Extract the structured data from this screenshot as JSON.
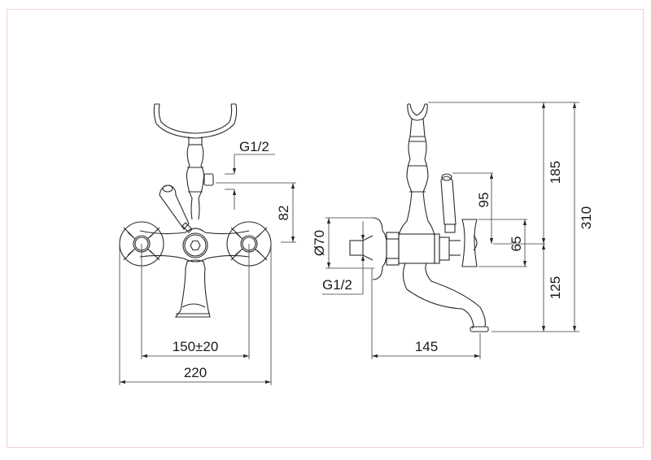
{
  "drawing": {
    "frame_color": "#f3cfd3",
    "line_color": "#2a2a2a",
    "front_view": {
      "labels": {
        "g12_top": "G1/2",
        "dim_82": "82",
        "dim_150": "150±20",
        "dim_220": "220"
      }
    },
    "side_view": {
      "labels": {
        "dim_185": "185",
        "dim_310": "310",
        "dim_95": "95",
        "dim_65": "65",
        "dim_125": "125",
        "dim_145": "145",
        "dim_d70": "Ø70",
        "g12_side": "G1/2"
      }
    }
  }
}
